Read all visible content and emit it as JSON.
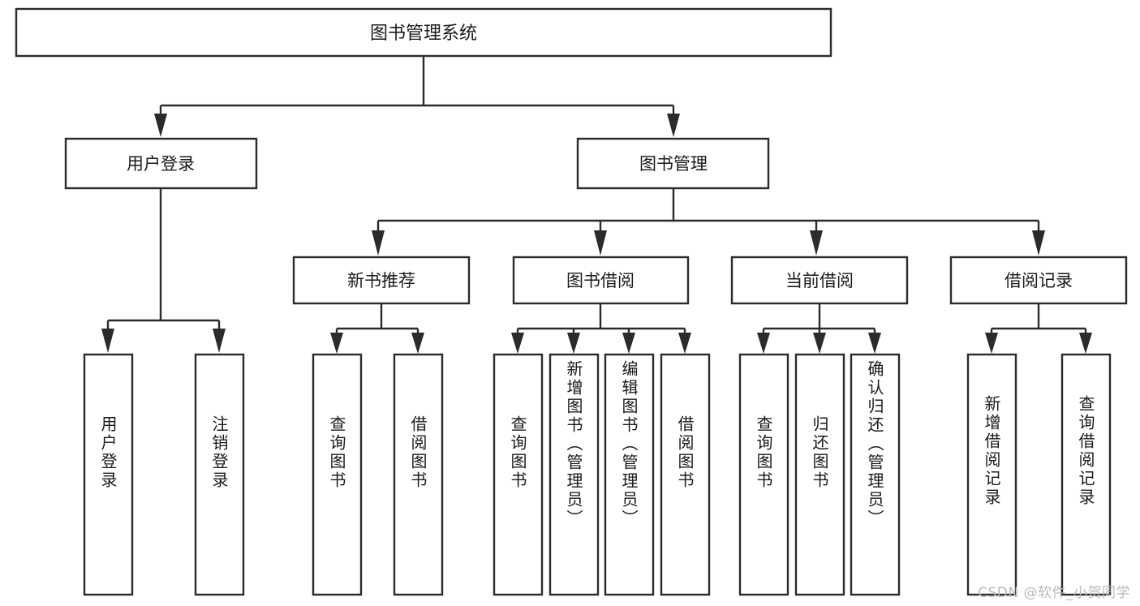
{
  "diagram": {
    "type": "tree-hierarchy",
    "title": "图书管理系统",
    "watermark": "CSDN @软件_小贺同学",
    "colors": {
      "stroke": "#2b2b2b",
      "fill": "#ffffff",
      "text": "#1a1a1a",
      "watermark": "#b9b9b9",
      "background": "#ffffff"
    },
    "levels": {
      "root": "图书管理系统",
      "level2": [
        "用户登录",
        "图书管理"
      ],
      "level3": [
        "新书推荐",
        "图书借阅",
        "当前借阅",
        "借阅记录"
      ],
      "level4": [
        "用户登录",
        "注销登录",
        "查询图书",
        "借阅图书",
        "查询图书",
        "新增图书（管理员）",
        "编辑图书（管理员）",
        "借阅图书",
        "查询图书",
        "归还图书",
        "确认归还（管理员）",
        "新增借阅记录",
        "查询借阅记录"
      ]
    },
    "nodes": {
      "root": {
        "label": "图书管理系统"
      },
      "user_login": {
        "label": "用户登录"
      },
      "book_manage": {
        "label": "图书管理"
      },
      "new_book_rec": {
        "label": "新书推荐"
      },
      "book_borrow": {
        "label": "图书借阅"
      },
      "current_borrow": {
        "label": "当前借阅"
      },
      "borrow_record": {
        "label": "借阅记录"
      },
      "leaf_user_login": {
        "label": "用户登录"
      },
      "leaf_logout": {
        "label": "注销登录"
      },
      "leaf_query_book_1": {
        "label": "查询图书"
      },
      "leaf_borrow_book_1": {
        "label": "借阅图书"
      },
      "leaf_query_book_2": {
        "label": "查询图书"
      },
      "leaf_add_book_admin": {
        "label": "新增图书（管理员）"
      },
      "leaf_edit_book_admin": {
        "label": "编辑图书（管理员）"
      },
      "leaf_borrow_book_2": {
        "label": "借阅图书"
      },
      "leaf_query_book_3": {
        "label": "查询图书"
      },
      "leaf_return_book": {
        "label": "归还图书"
      },
      "leaf_confirm_return_admin": {
        "label": "确认归还（管理员）"
      },
      "leaf_add_borrow_record": {
        "label": "新增借阅记录"
      },
      "leaf_query_borrow_record": {
        "label": "查询借阅记录"
      }
    },
    "edges": [
      {
        "from": "图书管理系统",
        "to": "用户登录"
      },
      {
        "from": "图书管理系统",
        "to": "图书管理"
      },
      {
        "from": "用户登录",
        "to": "用户登录"
      },
      {
        "from": "用户登录",
        "to": "注销登录"
      },
      {
        "from": "图书管理",
        "to": "新书推荐"
      },
      {
        "from": "图书管理",
        "to": "图书借阅"
      },
      {
        "from": "图书管理",
        "to": "当前借阅"
      },
      {
        "from": "图书管理",
        "to": "借阅记录"
      },
      {
        "from": "新书推荐",
        "to": "查询图书"
      },
      {
        "from": "新书推荐",
        "to": "借阅图书"
      },
      {
        "from": "图书借阅",
        "to": "查询图书"
      },
      {
        "from": "图书借阅",
        "to": "新增图书（管理员）"
      },
      {
        "from": "图书借阅",
        "to": "编辑图书（管理员）"
      },
      {
        "from": "图书借阅",
        "to": "借阅图书"
      },
      {
        "from": "当前借阅",
        "to": "查询图书"
      },
      {
        "from": "当前借阅",
        "to": "归还图书"
      },
      {
        "from": "当前借阅",
        "to": "确认归还（管理员）"
      },
      {
        "from": "借阅记录",
        "to": "新增借阅记录"
      },
      {
        "from": "借阅记录",
        "to": "查询借阅记录"
      }
    ]
  }
}
